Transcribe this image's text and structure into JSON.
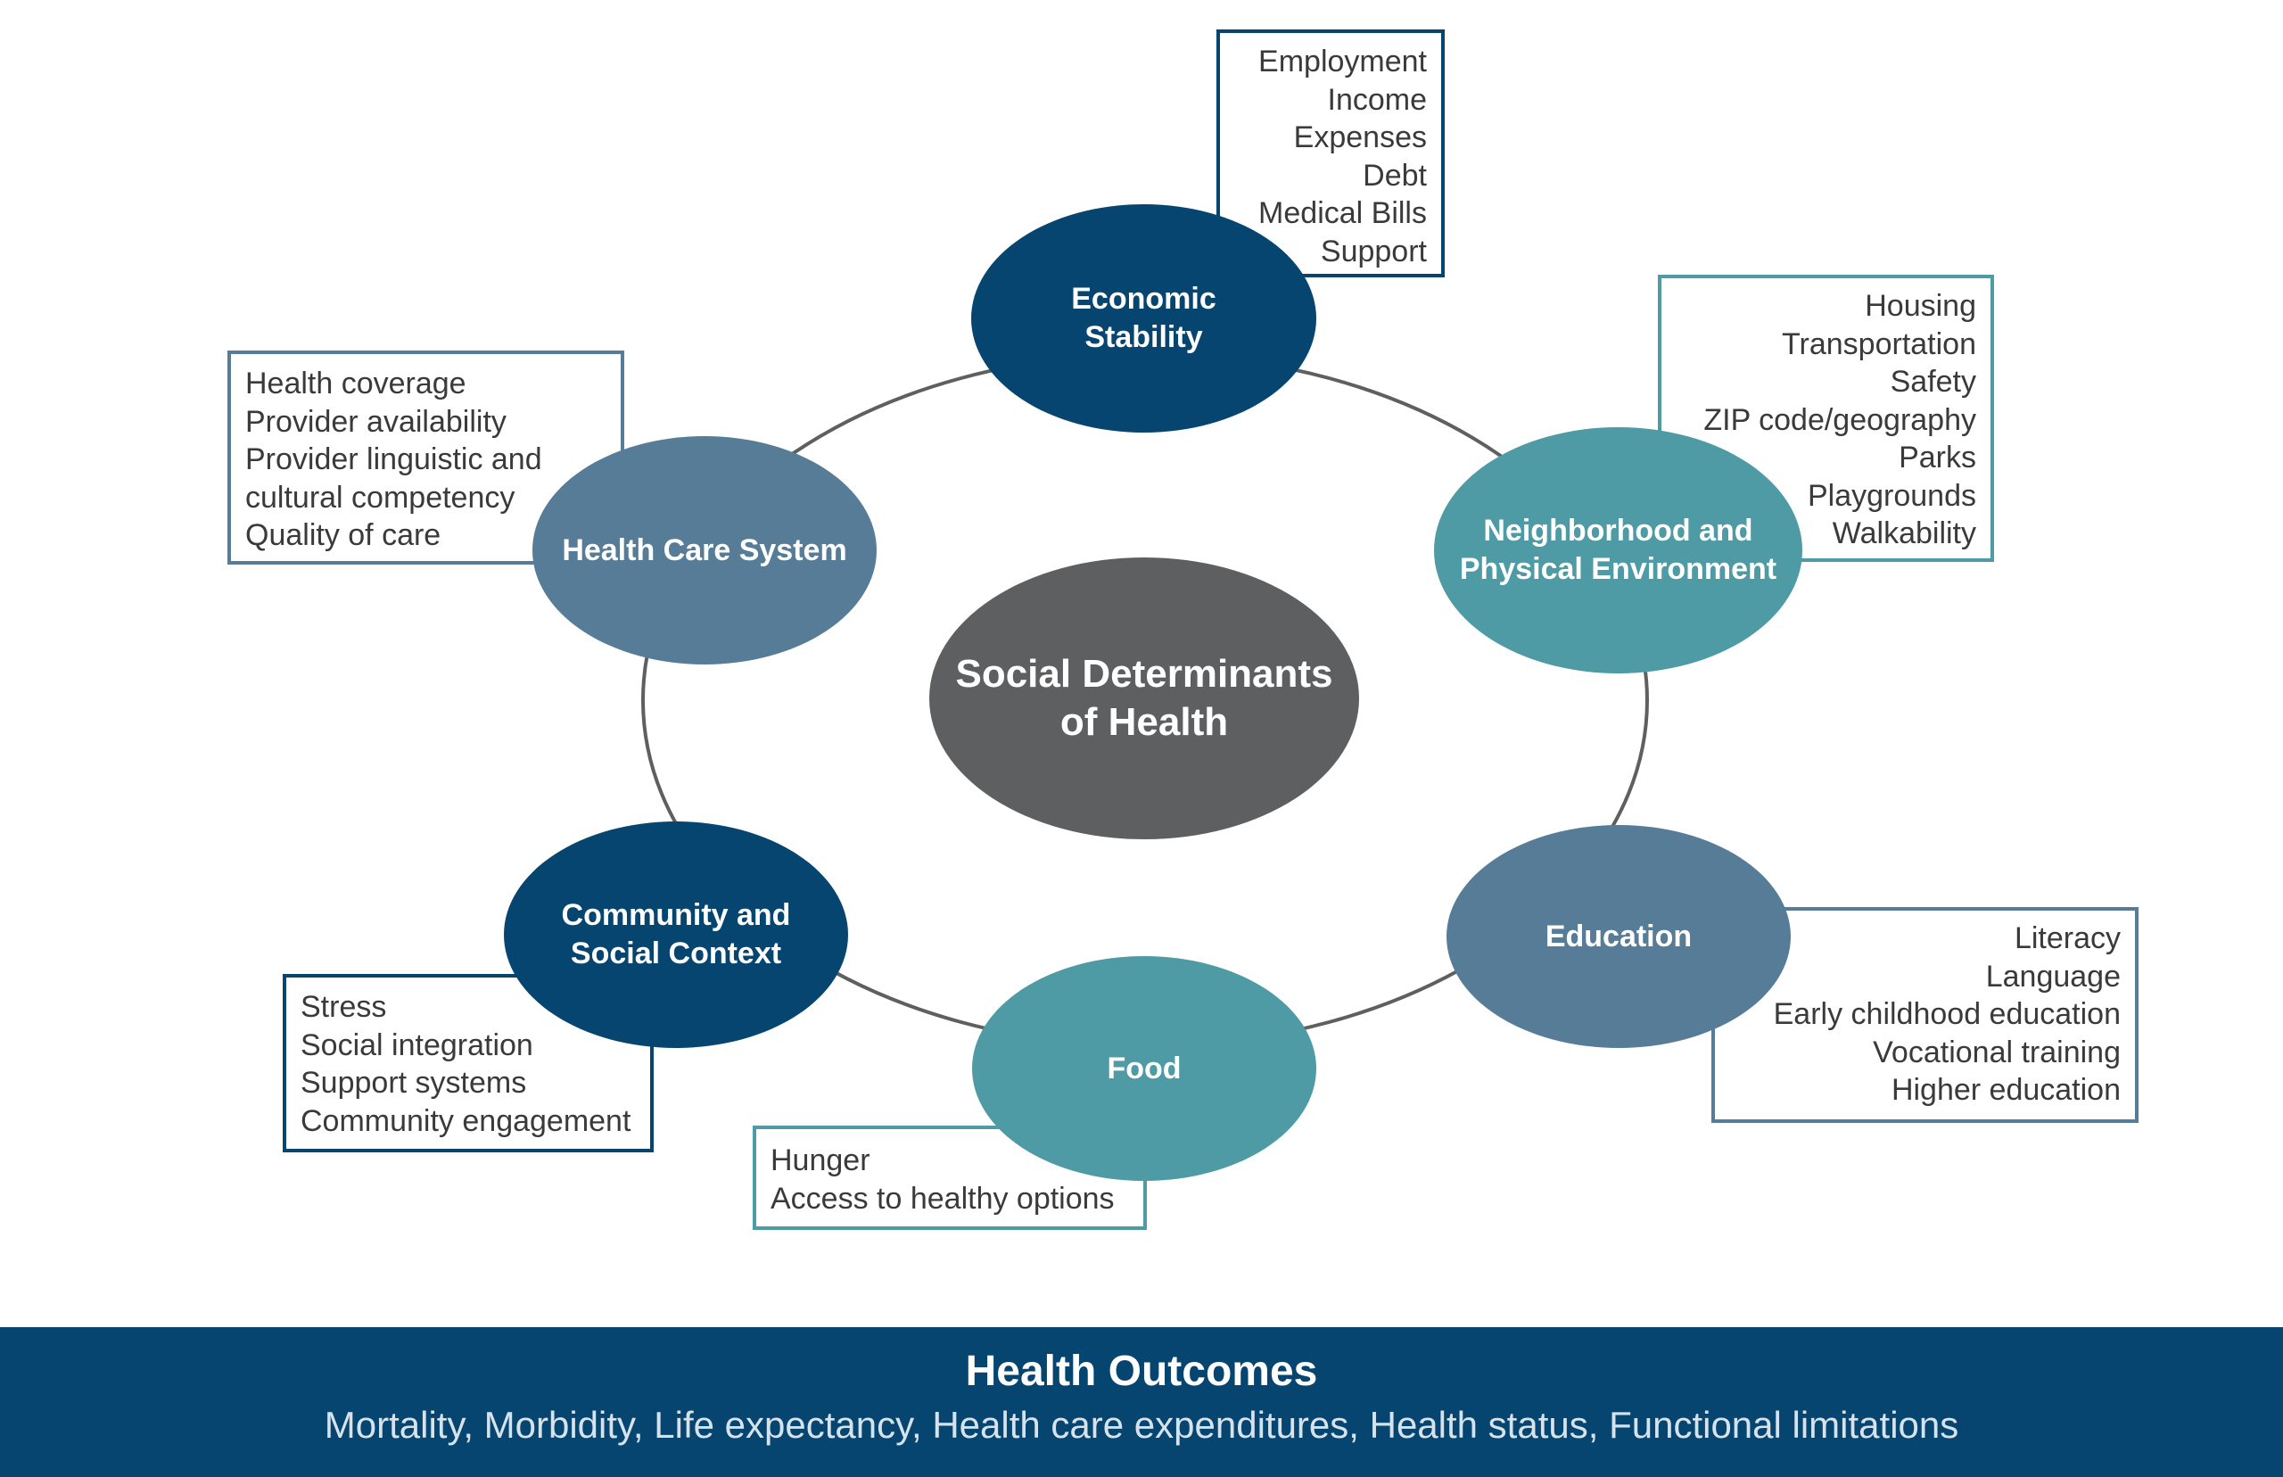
{
  "center": {
    "label": "Social Determinants\nof Health",
    "color": "#5e5f61"
  },
  "domains": [
    {
      "key": "economic",
      "label": "Economic\nStability",
      "color": "#064570",
      "box_border": "#064570",
      "items": [
        "Employment",
        "Income",
        "Expenses",
        "Debt",
        "Medical Bills",
        "Support"
      ]
    },
    {
      "key": "neighborhood",
      "label": "Neighborhood and\nPhysical Environment",
      "color": "#4e9aa5",
      "box_border": "#4e9aa5",
      "items": [
        "Housing",
        "Transportation",
        "Safety",
        "ZIP code/geography",
        "Parks",
        "Playgrounds",
        "Walkability"
      ]
    },
    {
      "key": "education",
      "label": "Education",
      "color": "#577c97",
      "box_border": "#577c97",
      "items": [
        "Literacy",
        "Language",
        "Early childhood education",
        "Vocational training",
        "Higher education"
      ]
    },
    {
      "key": "food",
      "label": "Food",
      "color": "#4e9aa5",
      "box_border": "#4e9aa5",
      "items": [
        "Hunger",
        "Access to healthy options"
      ]
    },
    {
      "key": "community",
      "label": "Community and\nSocial Context",
      "color": "#064570",
      "box_border": "#064570",
      "items": [
        "Stress",
        "Social integration",
        "Support systems",
        "Community engagement"
      ]
    },
    {
      "key": "healthcare",
      "label": "Health Care System",
      "color": "#577c97",
      "box_border": "#577c97",
      "items": [
        "Health coverage",
        "Provider availability",
        "Provider linguistic and",
        "cultural competency",
        "Quality of care"
      ]
    }
  ],
  "footer": {
    "title": "Health Outcomes",
    "subtitle": "Mortality, Morbidity, Life expectancy, Health care expenditures, Health status, Functional limitations",
    "color": "#064570"
  }
}
